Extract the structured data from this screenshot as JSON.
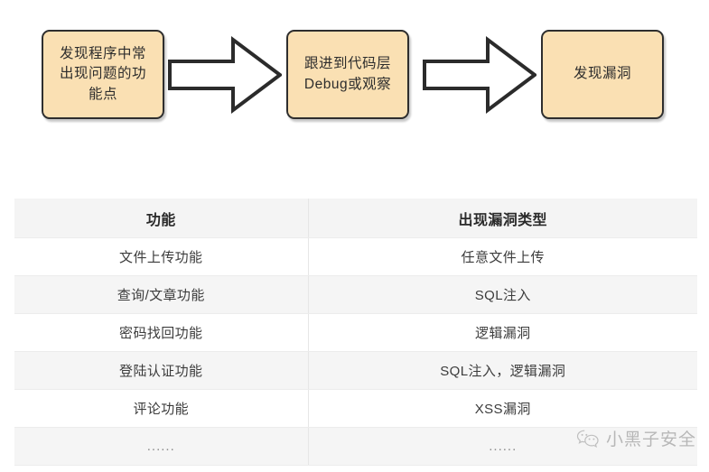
{
  "diagram": {
    "boxes": [
      {
        "text": "发现程序中常\n出现问题的功\n能点"
      },
      {
        "text": "跟进到代码层\nDebug或观察"
      },
      {
        "text": "发现漏洞"
      }
    ],
    "arrows": [
      {
        "name": "arrow-right-1"
      },
      {
        "name": "arrow-right-2"
      }
    ],
    "colors": {
      "box_fill": "#FAE0B3",
      "box_border": "#2E2E2E",
      "arrow_stroke": "#2B2B2B",
      "arrow_fill": "#FFFFFF"
    }
  },
  "table": {
    "headers": [
      "功能",
      "出现漏洞类型"
    ],
    "rows": [
      [
        "文件上传功能",
        "任意文件上传"
      ],
      [
        "查询/文章功能",
        "SQL注入"
      ],
      [
        "密码找回功能",
        "逻辑漏洞"
      ],
      [
        "登陆认证功能",
        "SQL注入，逻辑漏洞"
      ],
      [
        "评论功能",
        "XSS漏洞"
      ],
      [
        "......",
        "......"
      ]
    ],
    "colors": {
      "header_bg": "#F4F4F4",
      "stripe_bg": "#F5F5F5",
      "row_bg": "#FFFFFF",
      "border": "#ECECEC"
    }
  },
  "watermark": {
    "icon": "wechat-icon",
    "text": "小黑子安全"
  }
}
